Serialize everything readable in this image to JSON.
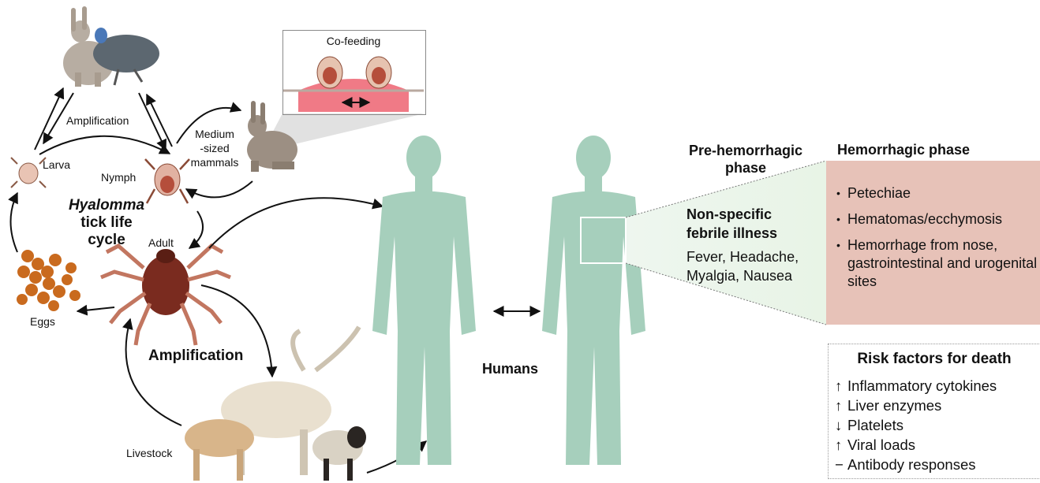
{
  "cofeeding": {
    "label": "Co-feeding"
  },
  "life_cycle": {
    "amplification_top": "Amplification",
    "medium_mammals": [
      "Medium",
      "-sized",
      "mammals"
    ],
    "larva": "Larva",
    "nymph": "Nymph",
    "title_italic": "Hyalomma",
    "title_rest": [
      "tick life",
      "cycle"
    ],
    "adult": "Adult",
    "eggs": "Eggs",
    "amplification_bottom": "Amplification",
    "livestock": "Livestock"
  },
  "humans": {
    "label": "Humans"
  },
  "pre_hemorrhagic": {
    "title": [
      "Pre-hemorrhagic",
      "phase"
    ],
    "subtitle": [
      "Non-specific",
      "febrile illness"
    ],
    "symptoms": [
      "Fever, Headache,",
      "Myalgia, Nausea"
    ]
  },
  "hemorrhagic": {
    "title": "Hemorrhagic phase",
    "items": [
      "Petechiae",
      "Hematomas/ecchymosis",
      "Hemorrhage from nose, gastrointestinal and urogenital sites"
    ]
  },
  "risk_factors": {
    "title": "Risk factors for death",
    "items": [
      {
        "symbol": "↑",
        "text": "Inflammatory cytokines"
      },
      {
        "symbol": "↑",
        "text": "Liver enzymes"
      },
      {
        "symbol": "↓",
        "text": "Platelets"
      },
      {
        "symbol": "↑",
        "text": "Viral loads"
      },
      {
        "symbol": "−",
        "text": "Antibody responses"
      }
    ]
  },
  "colors": {
    "body": "#a6cfbc",
    "hem_box": "#e7c2b8",
    "tick_body": "#7a2b1f",
    "eggs": "#c96a1e",
    "skin_pink": "#f07a86"
  }
}
